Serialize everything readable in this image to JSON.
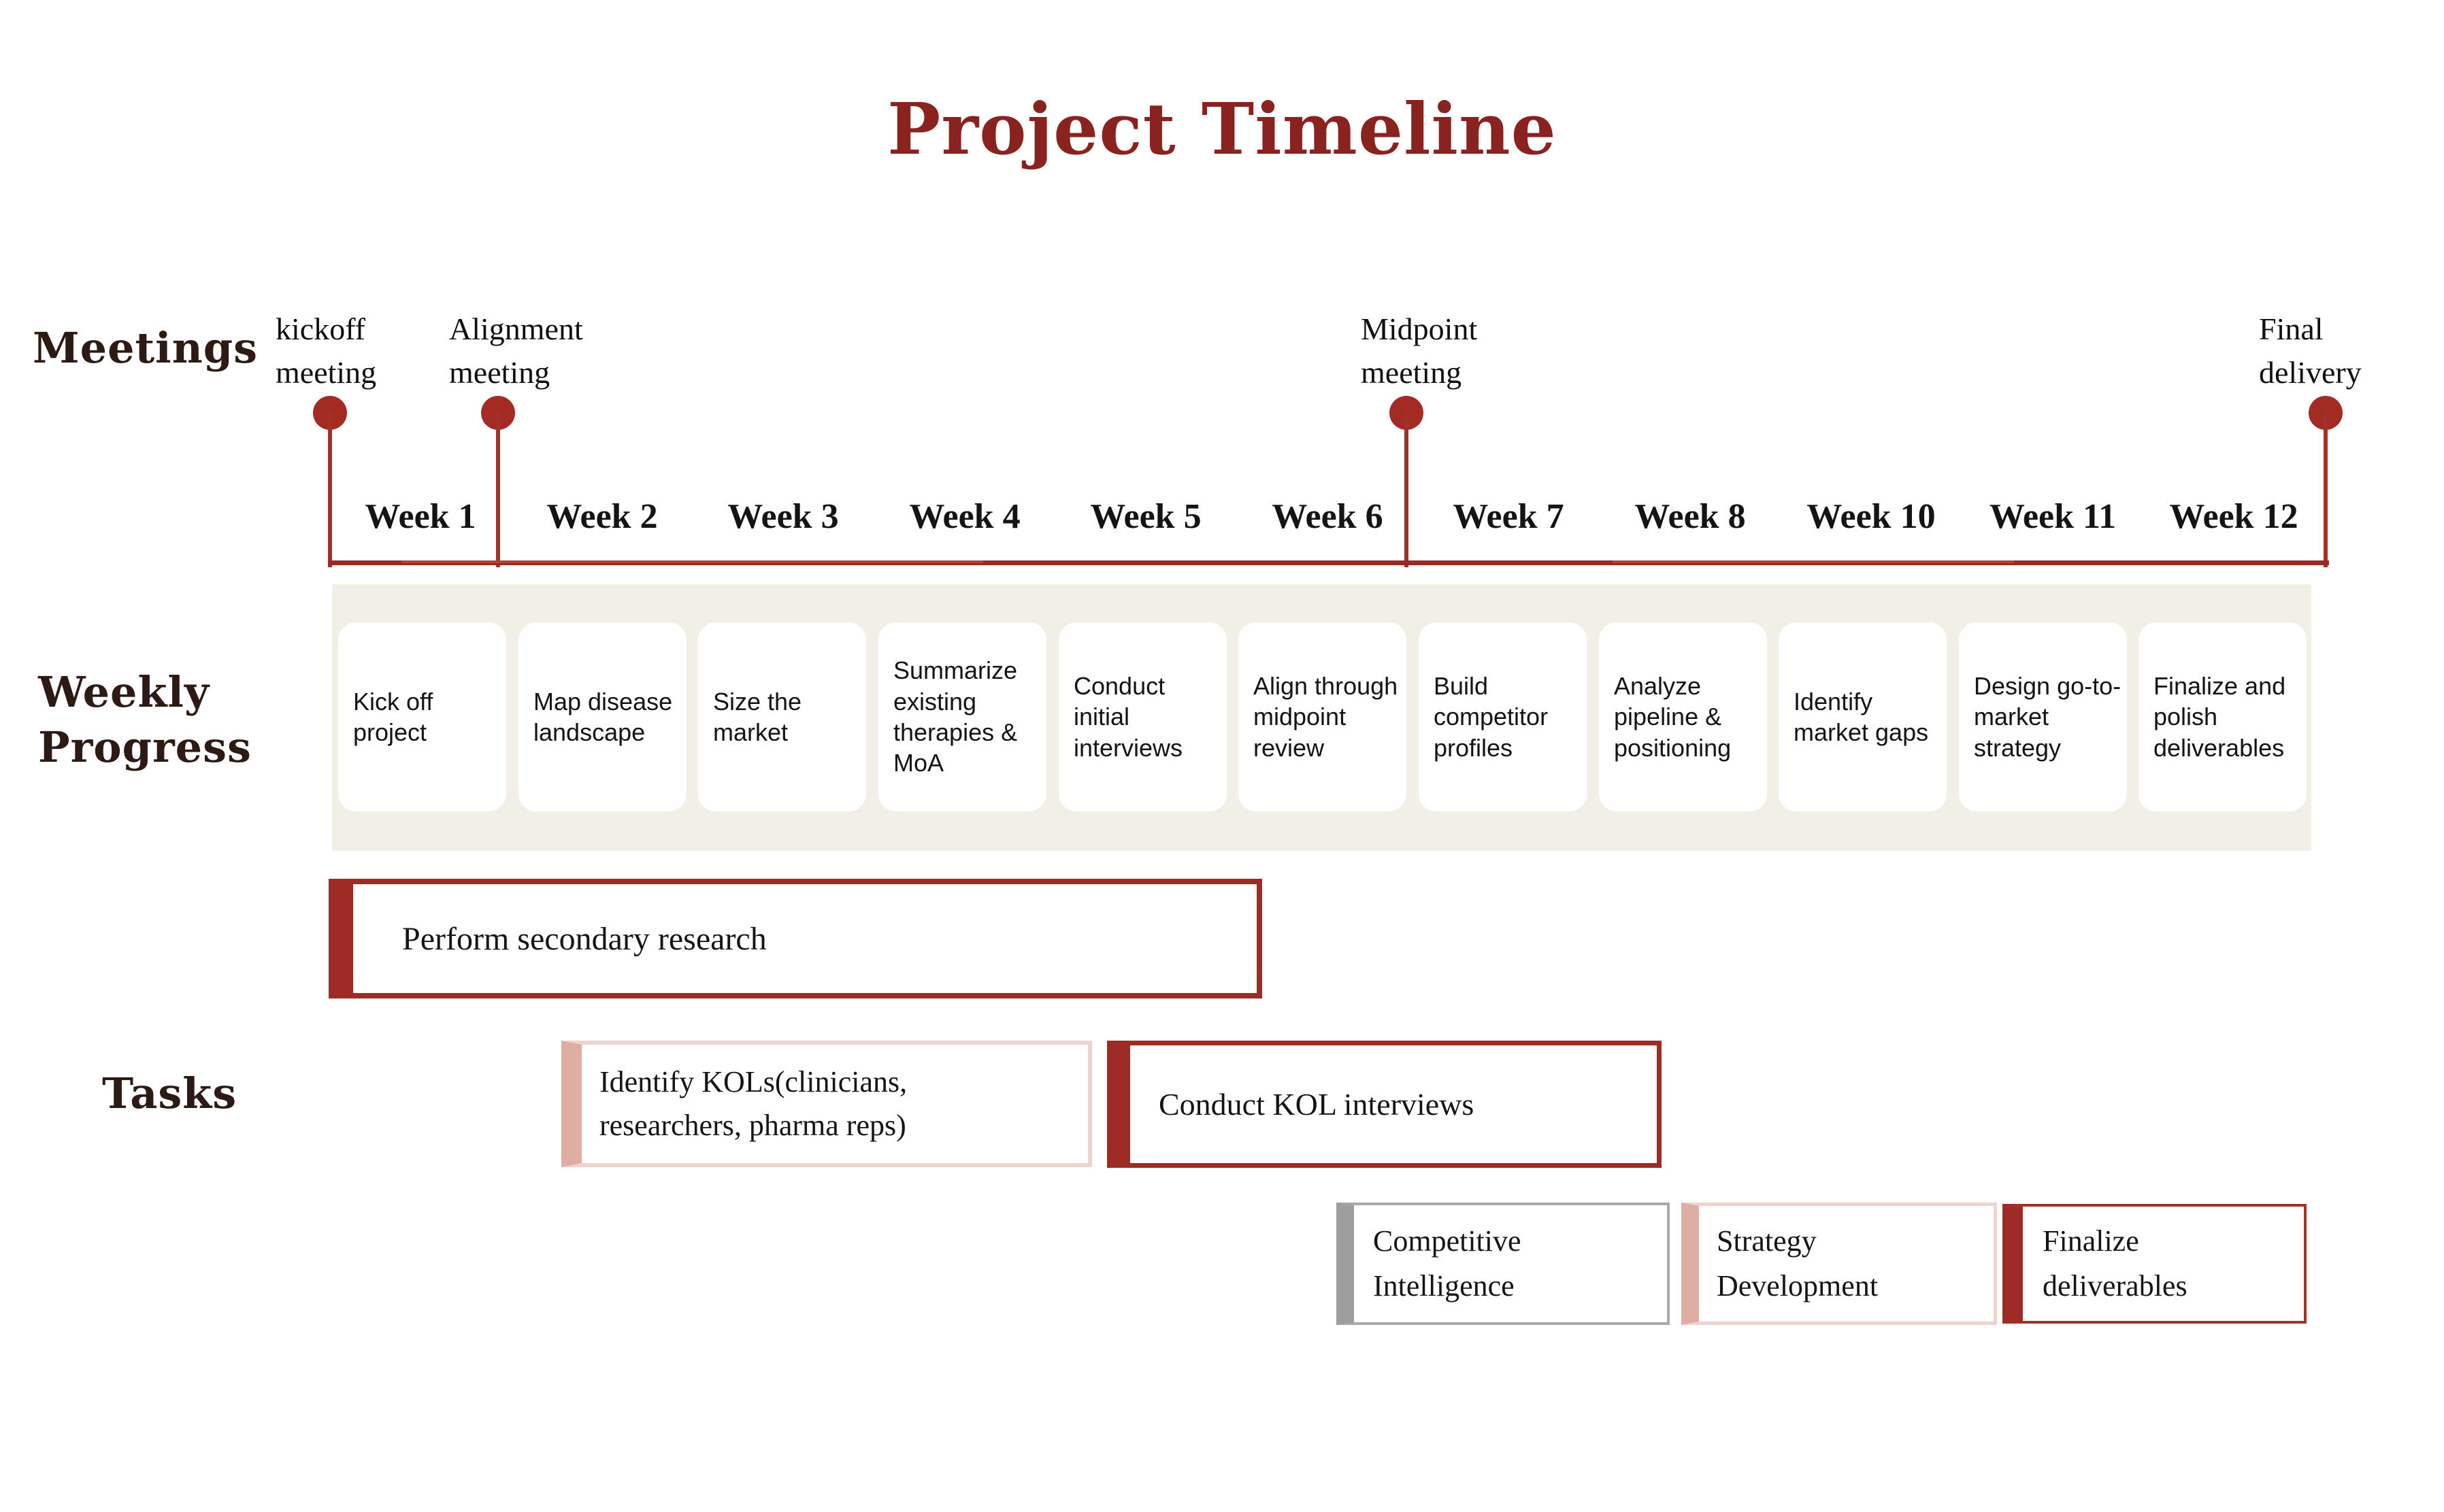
{
  "title": "Project Timeline",
  "meetings": {
    "label": "Meetings",
    "milestones": [
      {
        "name": "kickoff",
        "label": "kickoff meeting"
      },
      {
        "name": "alignment",
        "label": "Alignment meeting"
      },
      {
        "name": "midpoint",
        "label": "Midpoint meeting"
      },
      {
        "name": "final",
        "label": "Final delivery"
      }
    ]
  },
  "weeks": [
    "Week 1",
    "Week 2",
    "Week 3",
    "Week 4",
    "Week 5",
    "Week 6",
    "Week 7",
    "Week 8",
    "Week 10",
    "Week 11",
    "Week 12"
  ],
  "weekly_progress": {
    "label": "Weekly Progress",
    "items": [
      "Kick off project",
      "Map disease landscape",
      "Size the market",
      "Summarize existing therapies & MoA",
      "Conduct initial interviews",
      "Align through midpoint review",
      "Build competitor profiles",
      "Analyze pipeline & positioning",
      "Identify market gaps",
      "Design go-to-market strategy",
      "Finalize and polish deliverables"
    ]
  },
  "tasks": {
    "label": "Tasks",
    "bars": [
      {
        "label": "Perform secondary research",
        "style": "red"
      },
      {
        "label": "Identify KOLs(clinicians, researchers, pharma reps)",
        "style": "pink"
      },
      {
        "label": "Conduct KOL interviews",
        "style": "red"
      },
      {
        "label": "Competitive Intelligence",
        "style": "gray"
      },
      {
        "label": "Strategy Development",
        "style": "pink"
      },
      {
        "label": "Finalize deliverables",
        "style": "red"
      }
    ]
  },
  "colors": {
    "accent_red": "#9e2b25",
    "title_red": "#8a2220",
    "label_dark": "#2d1a14",
    "pink_accent": "#dfaea3",
    "pink_border": "#eed4cc",
    "gray_accent": "#9e9e9e",
    "gray_border": "#a9a9a9",
    "band_beige": "#f2efe7"
  }
}
